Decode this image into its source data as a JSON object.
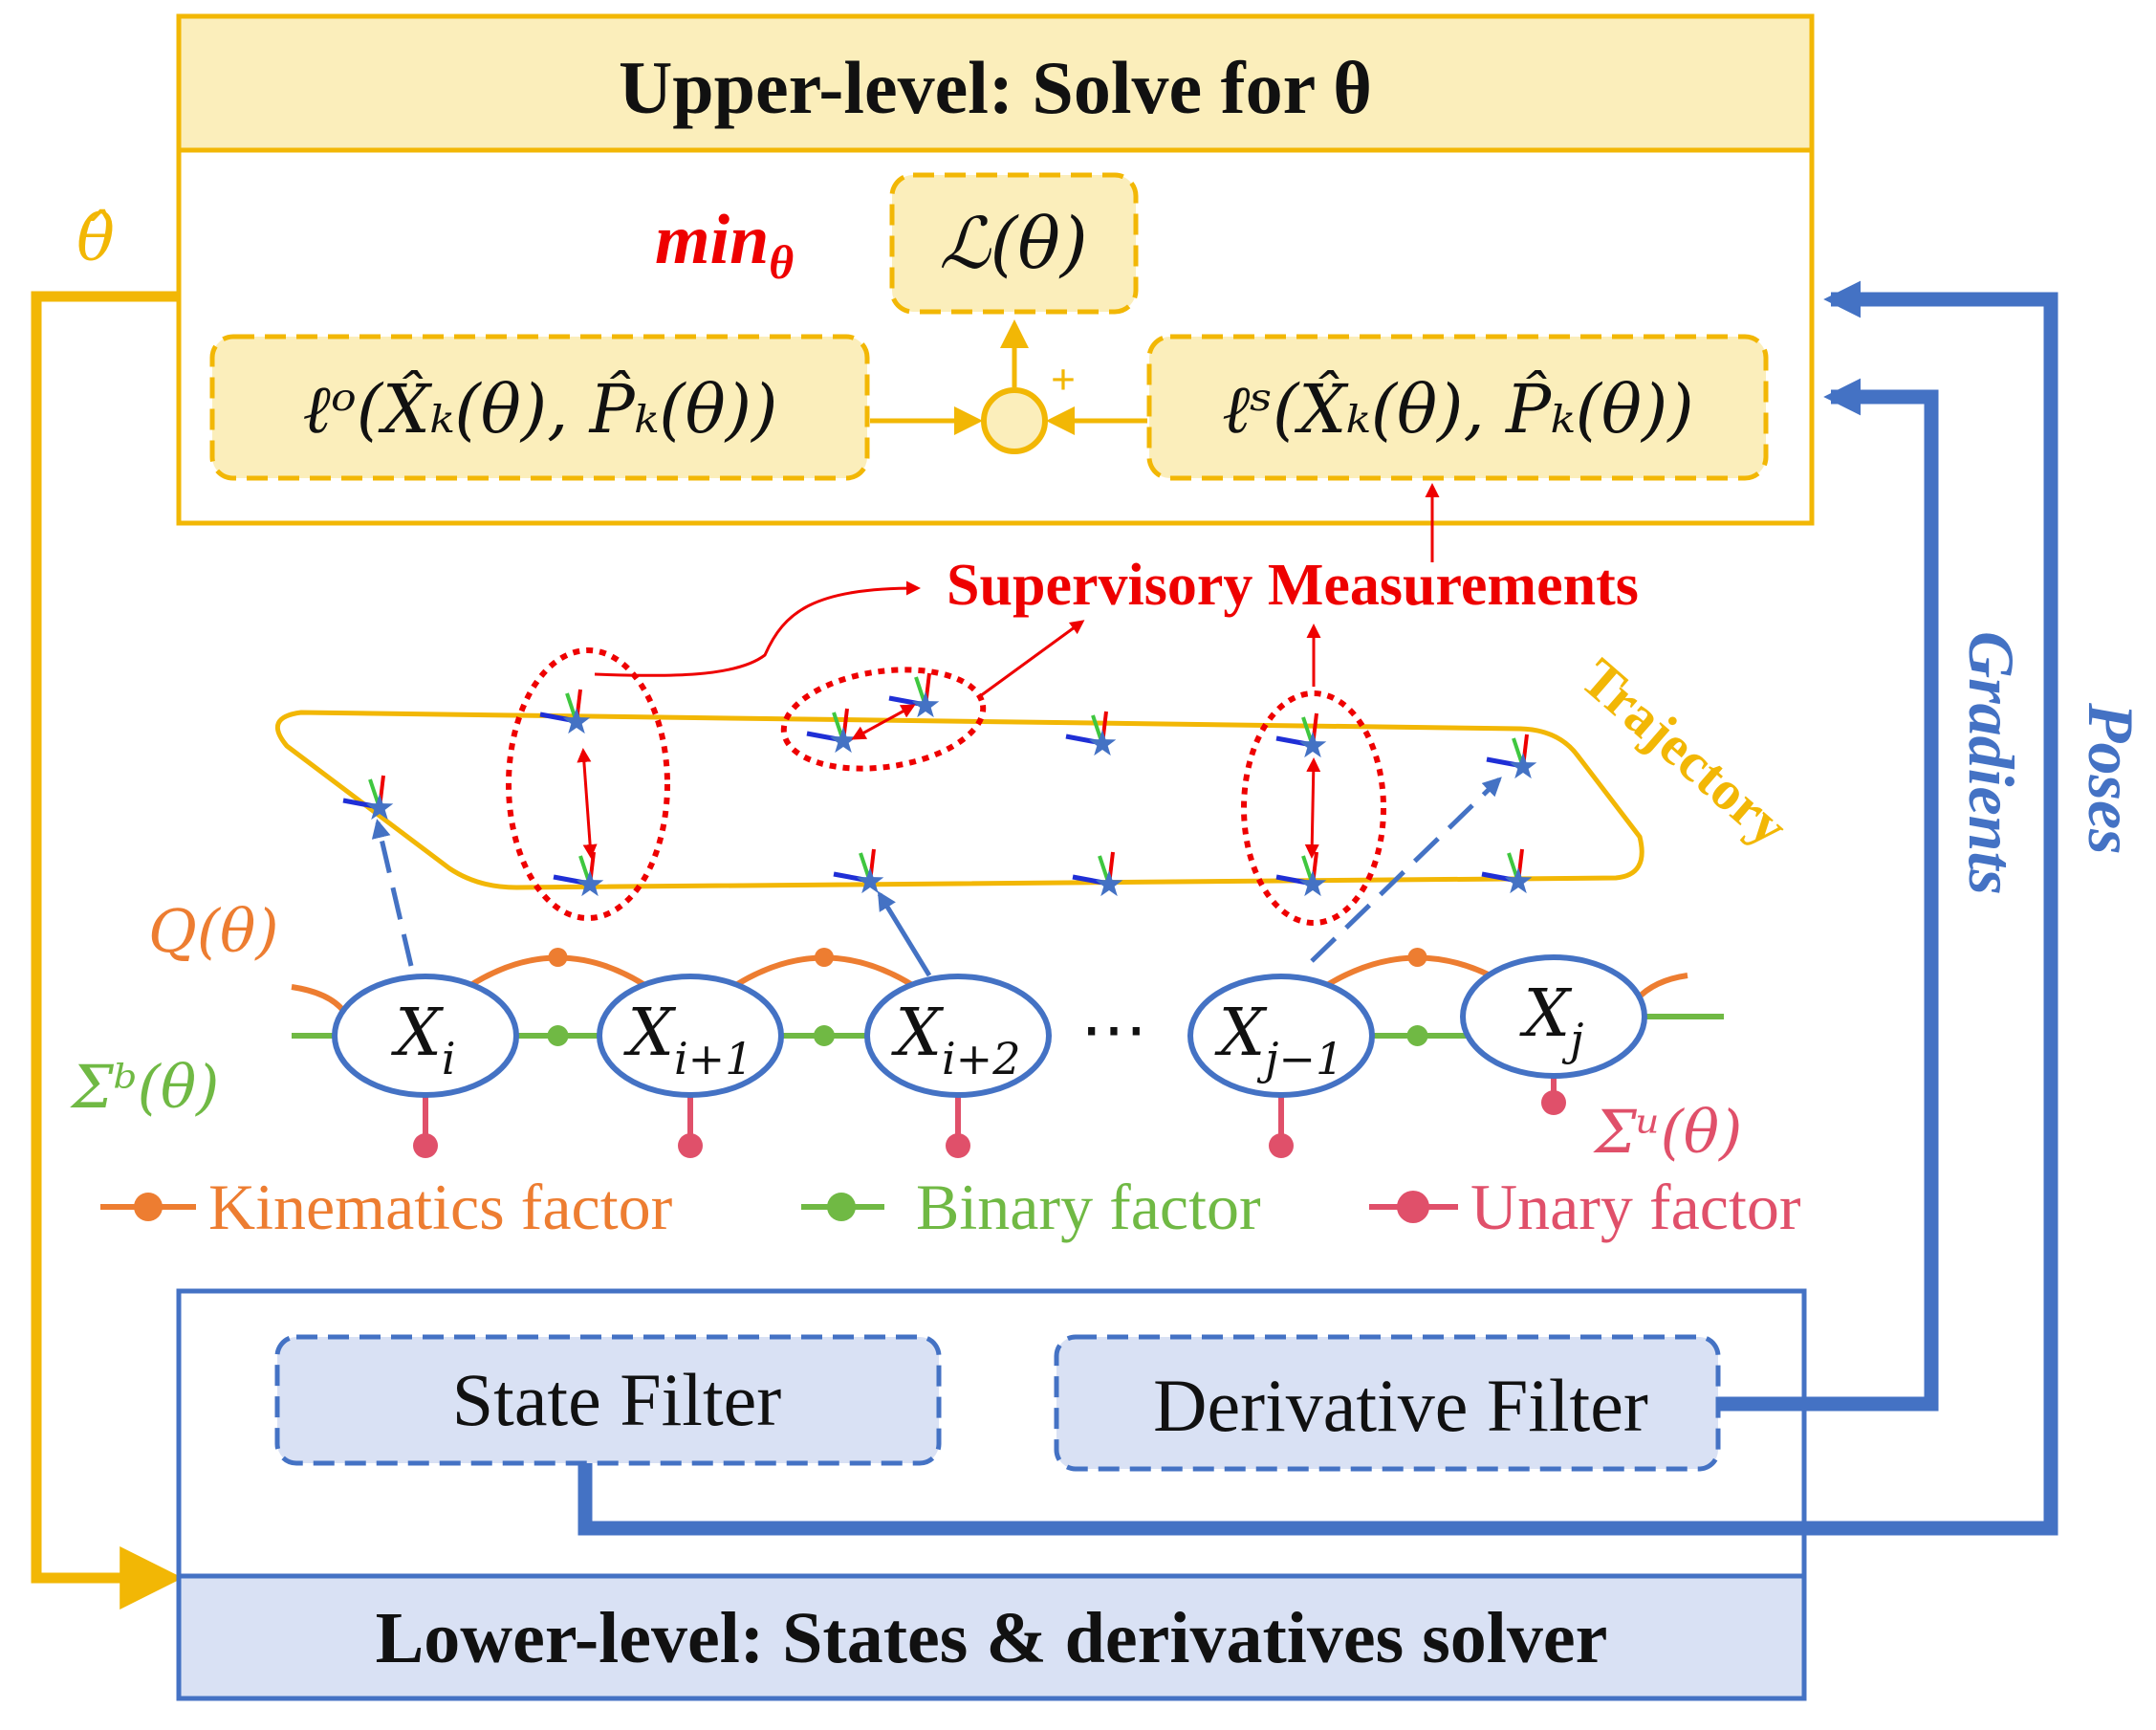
{
  "colors": {
    "yellow": "#f2b705",
    "yellow_fill": "#fbeebb",
    "blue": "#4472c4",
    "blue_fill": "#d9e1f4",
    "red": "#ee0000",
    "orange": "#ed7d31",
    "green": "#70b944",
    "pink": "#e0506a",
    "black": "#111111"
  },
  "upper": {
    "title": "Upper-level: Solve for θ",
    "min": "min",
    "min_sub": "θ",
    "loss": "ℒ(θ)",
    "lo": "ℓᵒ(X̂ₖ(θ), P̂ₖ(θ))",
    "ls": "ℓˢ(X̂ₖ(θ), P̂ₖ(θ))",
    "plus": "+"
  },
  "feedback": {
    "theta_hat": "θ̂"
  },
  "supervisory": "Supervisory Measurements",
  "trajectory": "Trajectory",
  "gradients": "Gradients",
  "poses": "Poses",
  "factor_graph": {
    "q": "Q(θ)",
    "sigma_b": "Σᵇ(θ)",
    "sigma_u": "Σᵘ(θ)",
    "ellipsis": "⋯",
    "nodes": [
      {
        "base": "X",
        "sub": "i"
      },
      {
        "base": "X",
        "sub": "i+1"
      },
      {
        "base": "X",
        "sub": "i+2"
      },
      {
        "base": "X",
        "sub": "j−1"
      },
      {
        "base": "X",
        "sub": "j"
      }
    ]
  },
  "legend": {
    "kinematics": "Kinematics factor",
    "binary": "Binary factor",
    "unary": "Unary factor"
  },
  "lower": {
    "state_filter": "State Filter",
    "derivative_filter": "Derivative Filter",
    "title": "Lower-level: States & derivatives solver"
  }
}
